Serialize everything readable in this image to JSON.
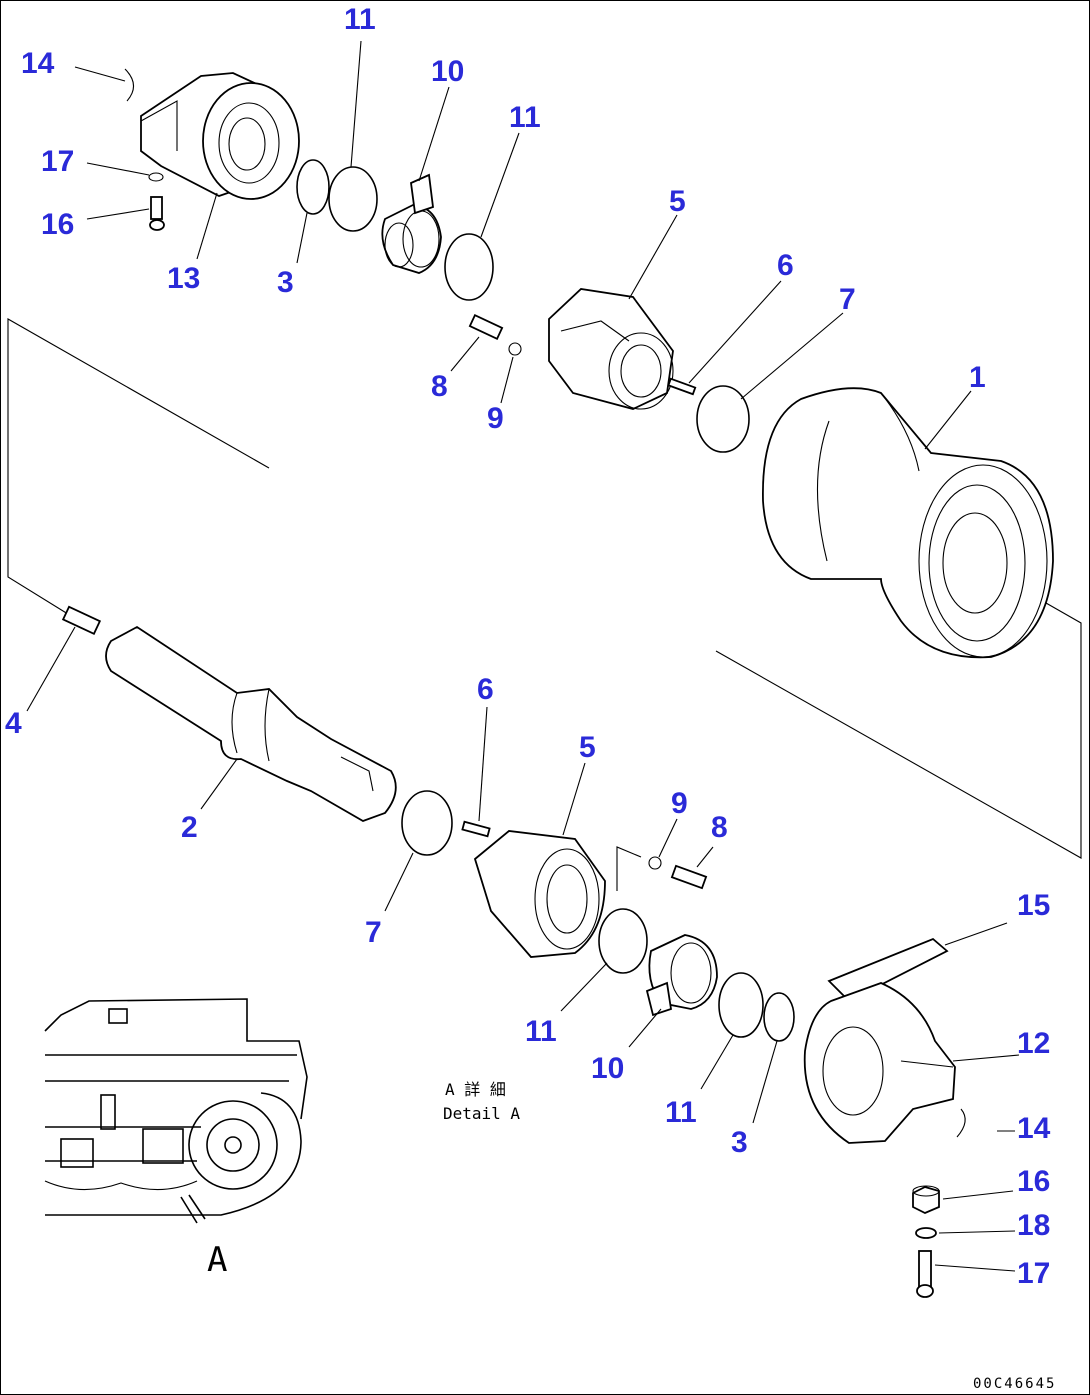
{
  "diagram": {
    "callouts": {
      "c14a": "14",
      "c17a": "17",
      "c16a": "16",
      "c13": "13",
      "c3a": "3",
      "c11a": "11",
      "c10a": "10",
      "c11b": "11",
      "c5a": "5",
      "c6a": "6",
      "c7a": "7",
      "c1": "1",
      "c8a": "8",
      "c9a": "9",
      "c4": "4",
      "c2": "2",
      "c6b": "6",
      "c5b": "5",
      "c9b": "9",
      "c8b": "8",
      "c7b": "7",
      "c15": "15",
      "c11c": "11",
      "c10b": "10",
      "c12": "12",
      "c11d": "11",
      "c3b": "3",
      "c14b": "14",
      "c16b": "16",
      "c18": "18",
      "c17b": "17"
    },
    "detail_note_line1": "A 詳 細",
    "detail_note_line2": "Detail A",
    "detail_letter": "A",
    "drawing_code": "00C46645"
  }
}
